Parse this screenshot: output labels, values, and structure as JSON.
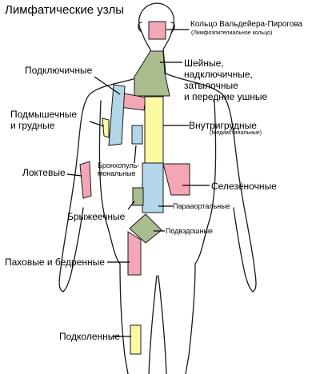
{
  "title": "Лимфатические узлы",
  "labels": {
    "waldeyer": "Кольцо Вальдейера-Пирогова",
    "waldeyer_note": "(Лимфоэпителиальное кольцо)",
    "cervical": "Шейные,\nнадключичные,\nзатылочные\nи передние ушные",
    "subclavian": "Подключичные",
    "axillary": "Подмышечные\nи грудные",
    "intrathoracic": "Внутригрудные",
    "intrathoracic_note": "(Медиастинальные)",
    "elbow": "Локтевые",
    "bronchopulmonary": "Бронхопуль-\nмональные",
    "splenic": "Селезёночные",
    "mesenteric": "Брыжеечные",
    "paraaortic": "Парааортальные",
    "iliac": "Подвздошные",
    "inguinal": "Паховые и бедренные",
    "popliteal": "Подколенные"
  },
  "colors": {
    "outline": "#1a1a1a",
    "pink": "#f4a6b7",
    "green": "#a9bd8f",
    "blue": "#b3d6e8",
    "yellow": "#fbfaa0"
  }
}
